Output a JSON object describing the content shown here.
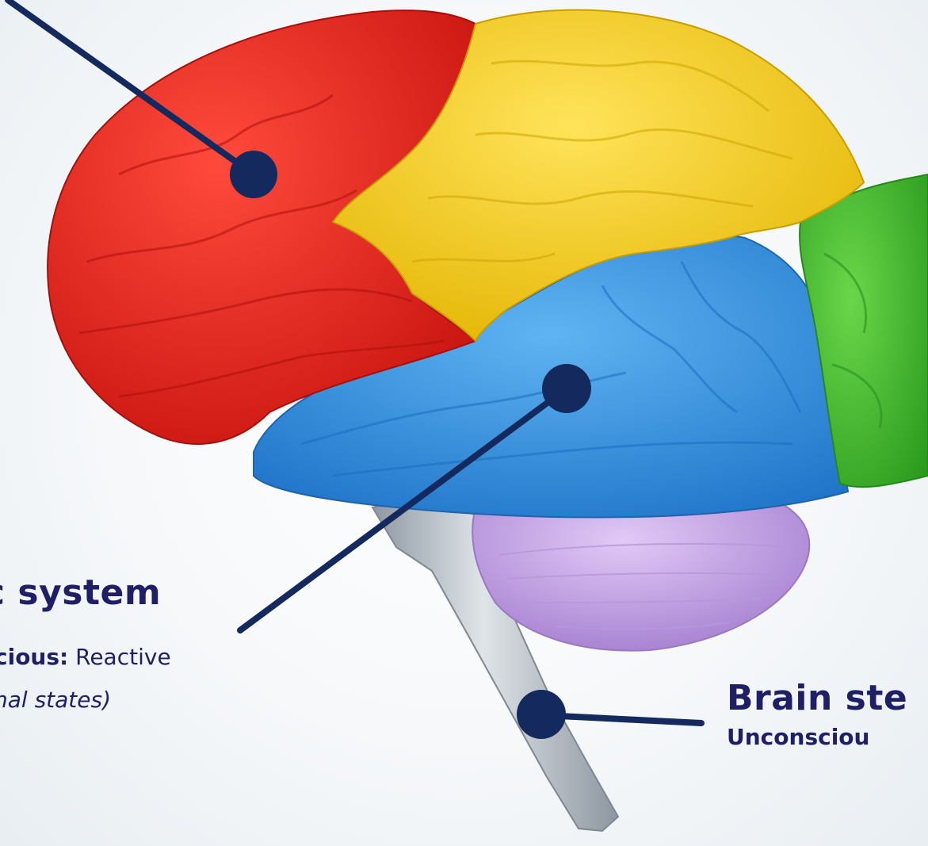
{
  "labels": {
    "limbic_title": "c system",
    "limbic_sub_bold": "cious:",
    "limbic_sub_rest": " Reactive",
    "limbic_note": "nal states)",
    "stem_title": "Brain ste",
    "stem_sub": "Unconsciou"
  },
  "colors": {
    "frontal": "#e8231f",
    "parietal": "#f7d21a",
    "temporal": "#2f95e6",
    "occipital": "#3fbb2a",
    "cerebellum": "#c9a8ea",
    "brainstem": "#aeb7c0",
    "pointer": "#142a5e",
    "text": "#1f1f66"
  }
}
